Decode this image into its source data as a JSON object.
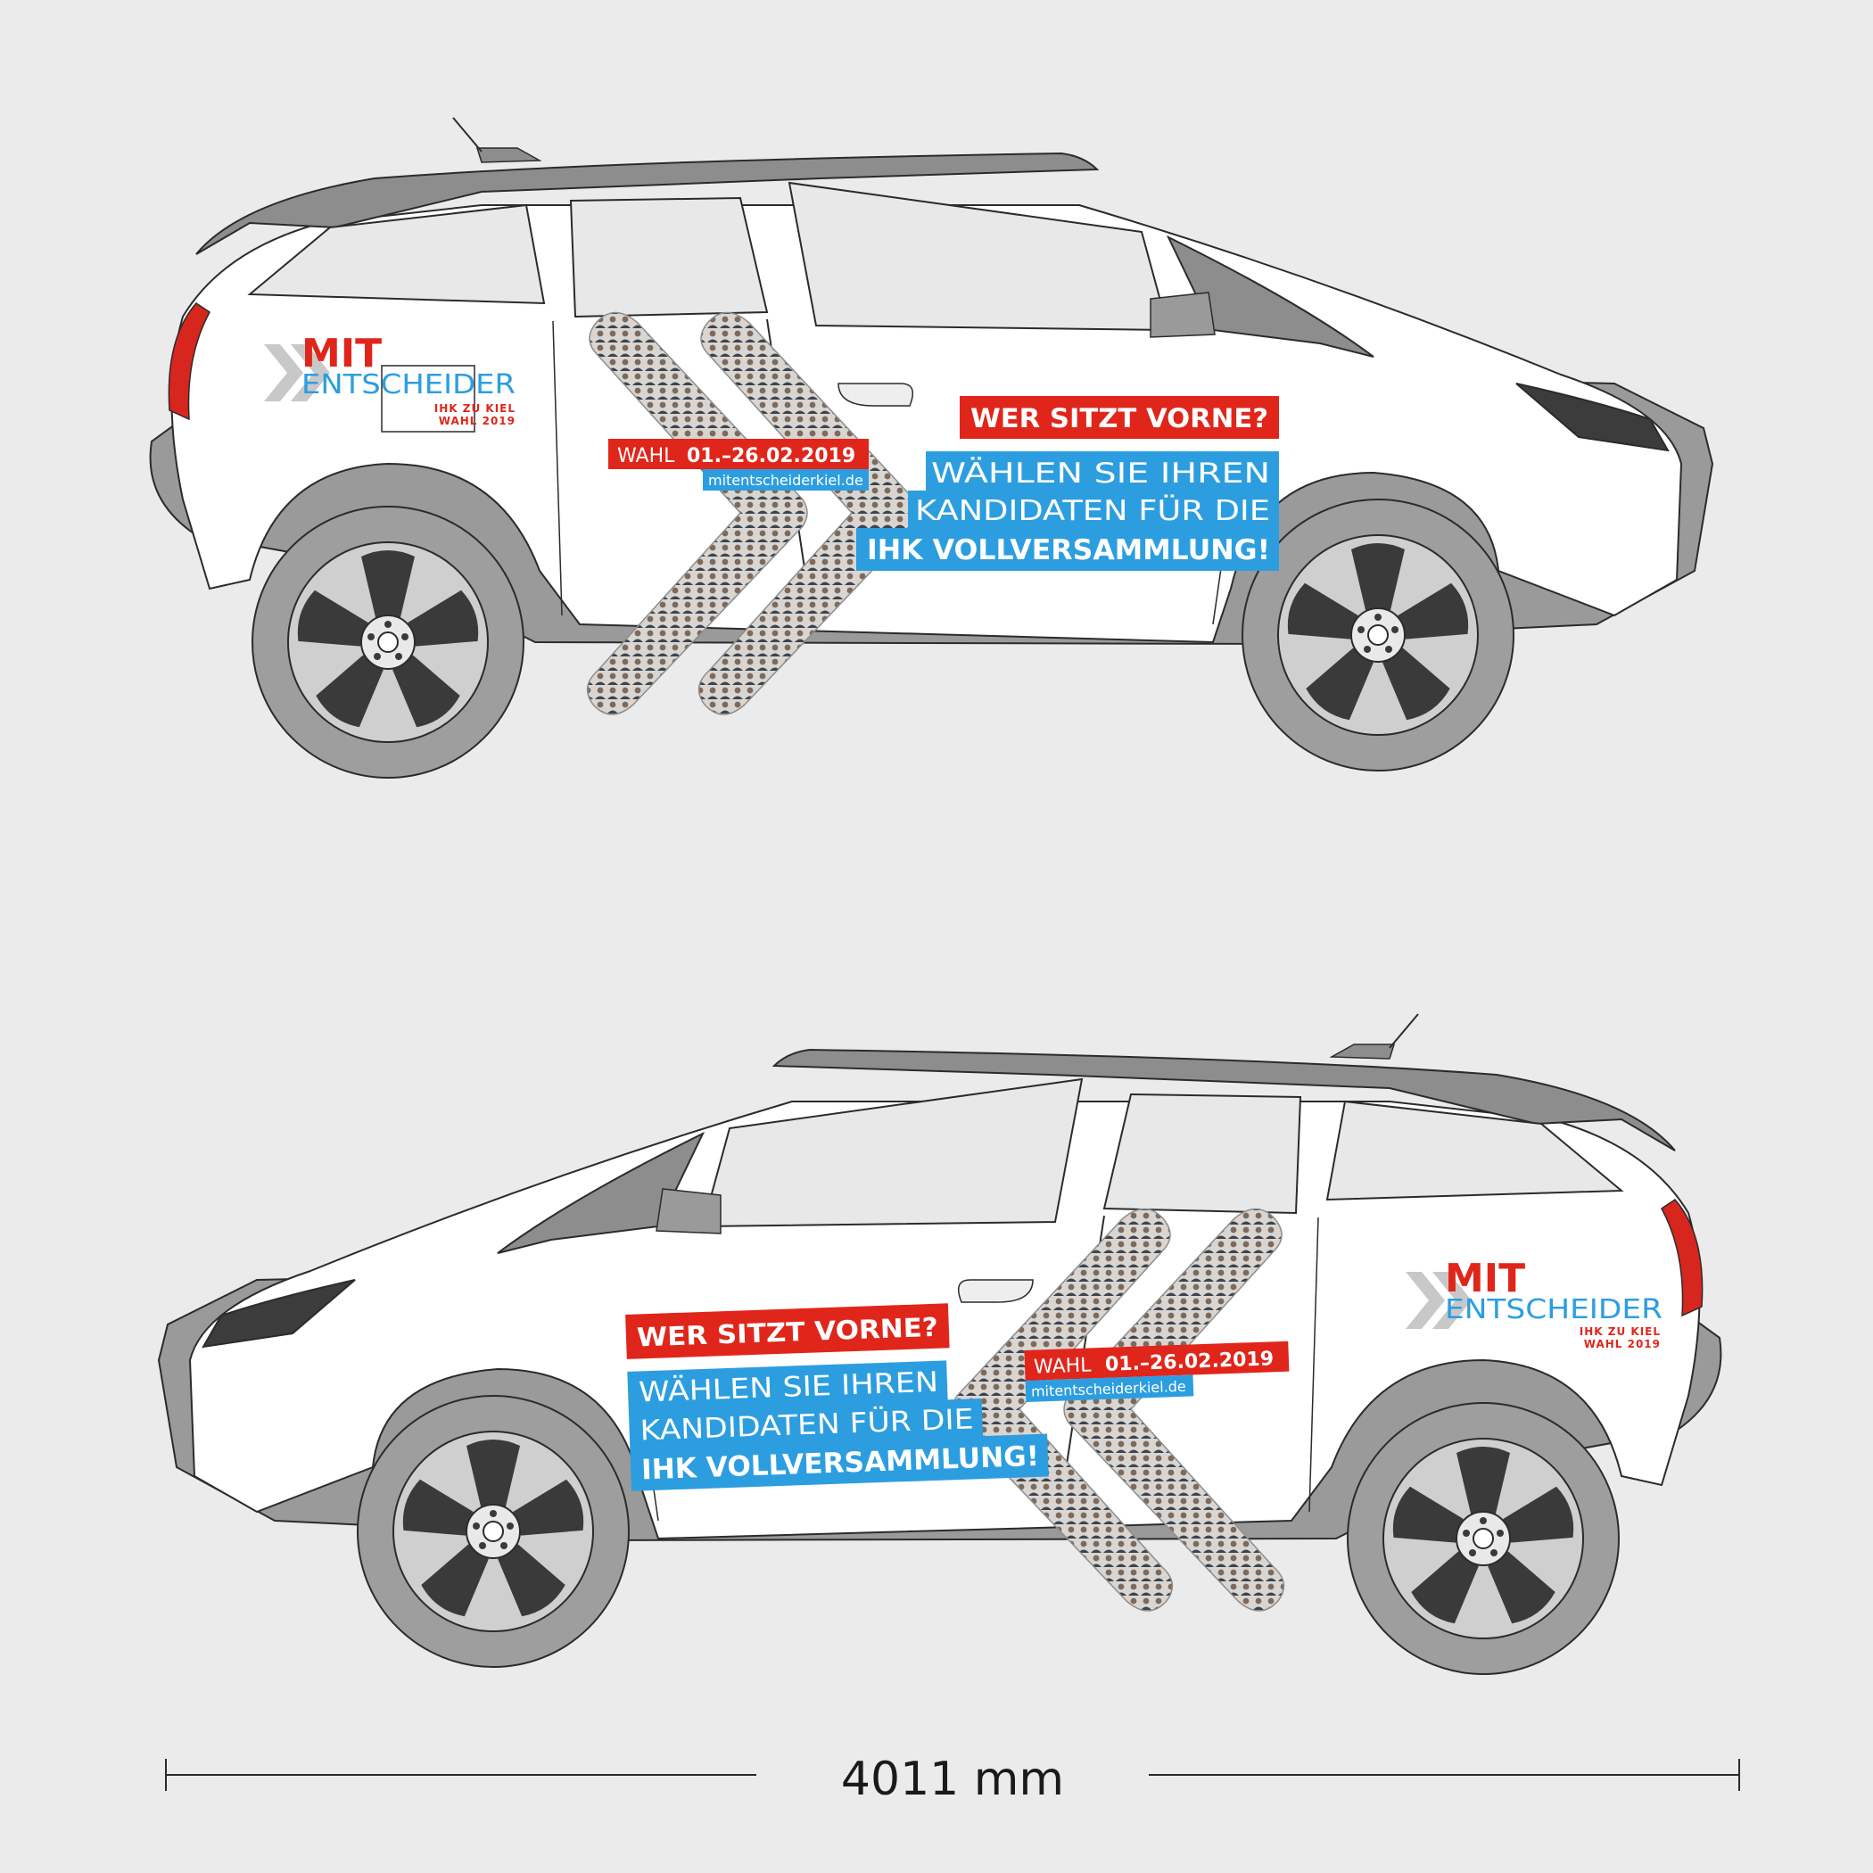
{
  "colors": {
    "background": "#ecebec",
    "body": "#ffffff",
    "trim": "#9a9a9a",
    "roof": "#8c8c8c",
    "window": "#e8e7e8",
    "red": "#e0261b",
    "blue": "#2c9ee0",
    "outline": "#2b2b2b"
  },
  "logo": {
    "mit": "MIT",
    "entscheider": "ENTSCHEIDER",
    "line1": "IHK ZU KIEL",
    "line2": "WAHL 2019"
  },
  "headline": "WER SITZT VORNE?",
  "body_line1": "WÄHLEN SIE IHREN",
  "body_line2": "KANDIDATEN FÜR DIE",
  "body_line3": "IHK VOLLVERSAMMLUNG!",
  "date_prefix": "WAHL",
  "date": "01.–26.02.2019",
  "url": "mitentscheiderkiel.de",
  "dimension": {
    "label": "4011 mm"
  },
  "icons": {
    "logo_mark": "double-chevron-icon",
    "photo_chevrons": "photo-chevron-icon"
  }
}
